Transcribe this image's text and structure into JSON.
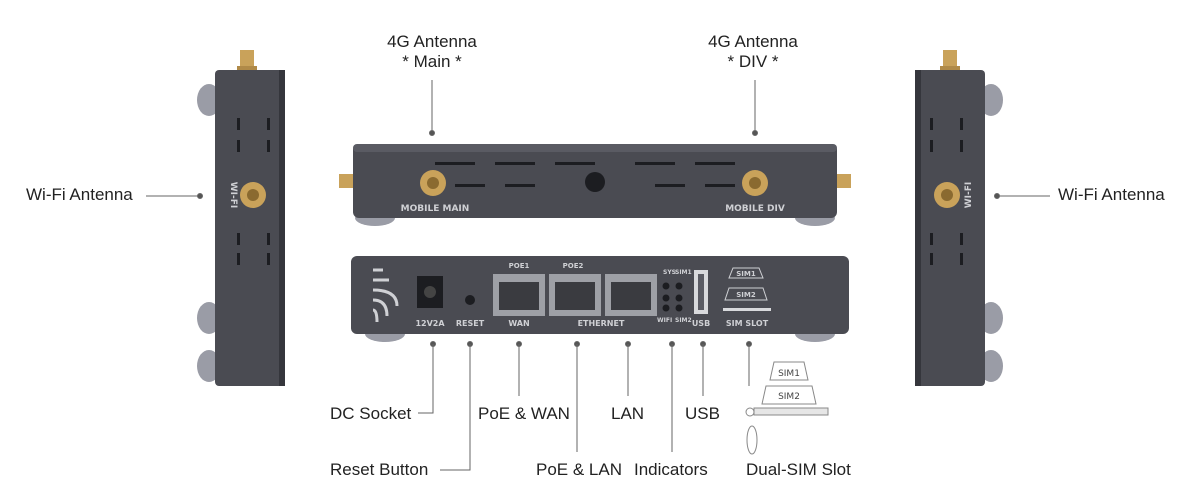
{
  "labels": {
    "antenna_main_line1": "4G Antenna",
    "antenna_main_line2": "* Main *",
    "antenna_div_line1": "4G Antenna",
    "antenna_div_line2": "* DIV *",
    "wifi_antenna_left": "Wi-Fi Antenna",
    "wifi_antenna_right": "Wi-Fi Antenna",
    "dc_socket": "DC Socket",
    "reset_button": "Reset Button",
    "poe_wan": "PoE & WAN",
    "poe_lan": "PoE & LAN",
    "lan": "LAN",
    "indicators": "Indicators",
    "usb": "USB",
    "dual_sim_slot": "Dual-SIM Slot"
  },
  "device_markings": {
    "mobile_main": "MOBILE MAIN",
    "mobile_div": "MOBILE DIV",
    "wifi": "WI-FI",
    "power": "12V2A",
    "reset": "RESET",
    "wan": "WAN",
    "ethernet": "ETHERNET",
    "poe1": "POE1",
    "poe2": "POE2",
    "sys": "SYS",
    "sim1_led": "SIM1",
    "wifi_led": "WIFI",
    "sim2_led": "SIM2",
    "usb": "USB",
    "sim_slot": "SIM SLOT",
    "sim1": "SIM1",
    "sim2": "SIM2"
  },
  "colors": {
    "body": "#4a4b52",
    "body_dark": "#35363c",
    "foot": "#9a9ca6",
    "gold": "#c9a25a",
    "leader": "#666666"
  }
}
